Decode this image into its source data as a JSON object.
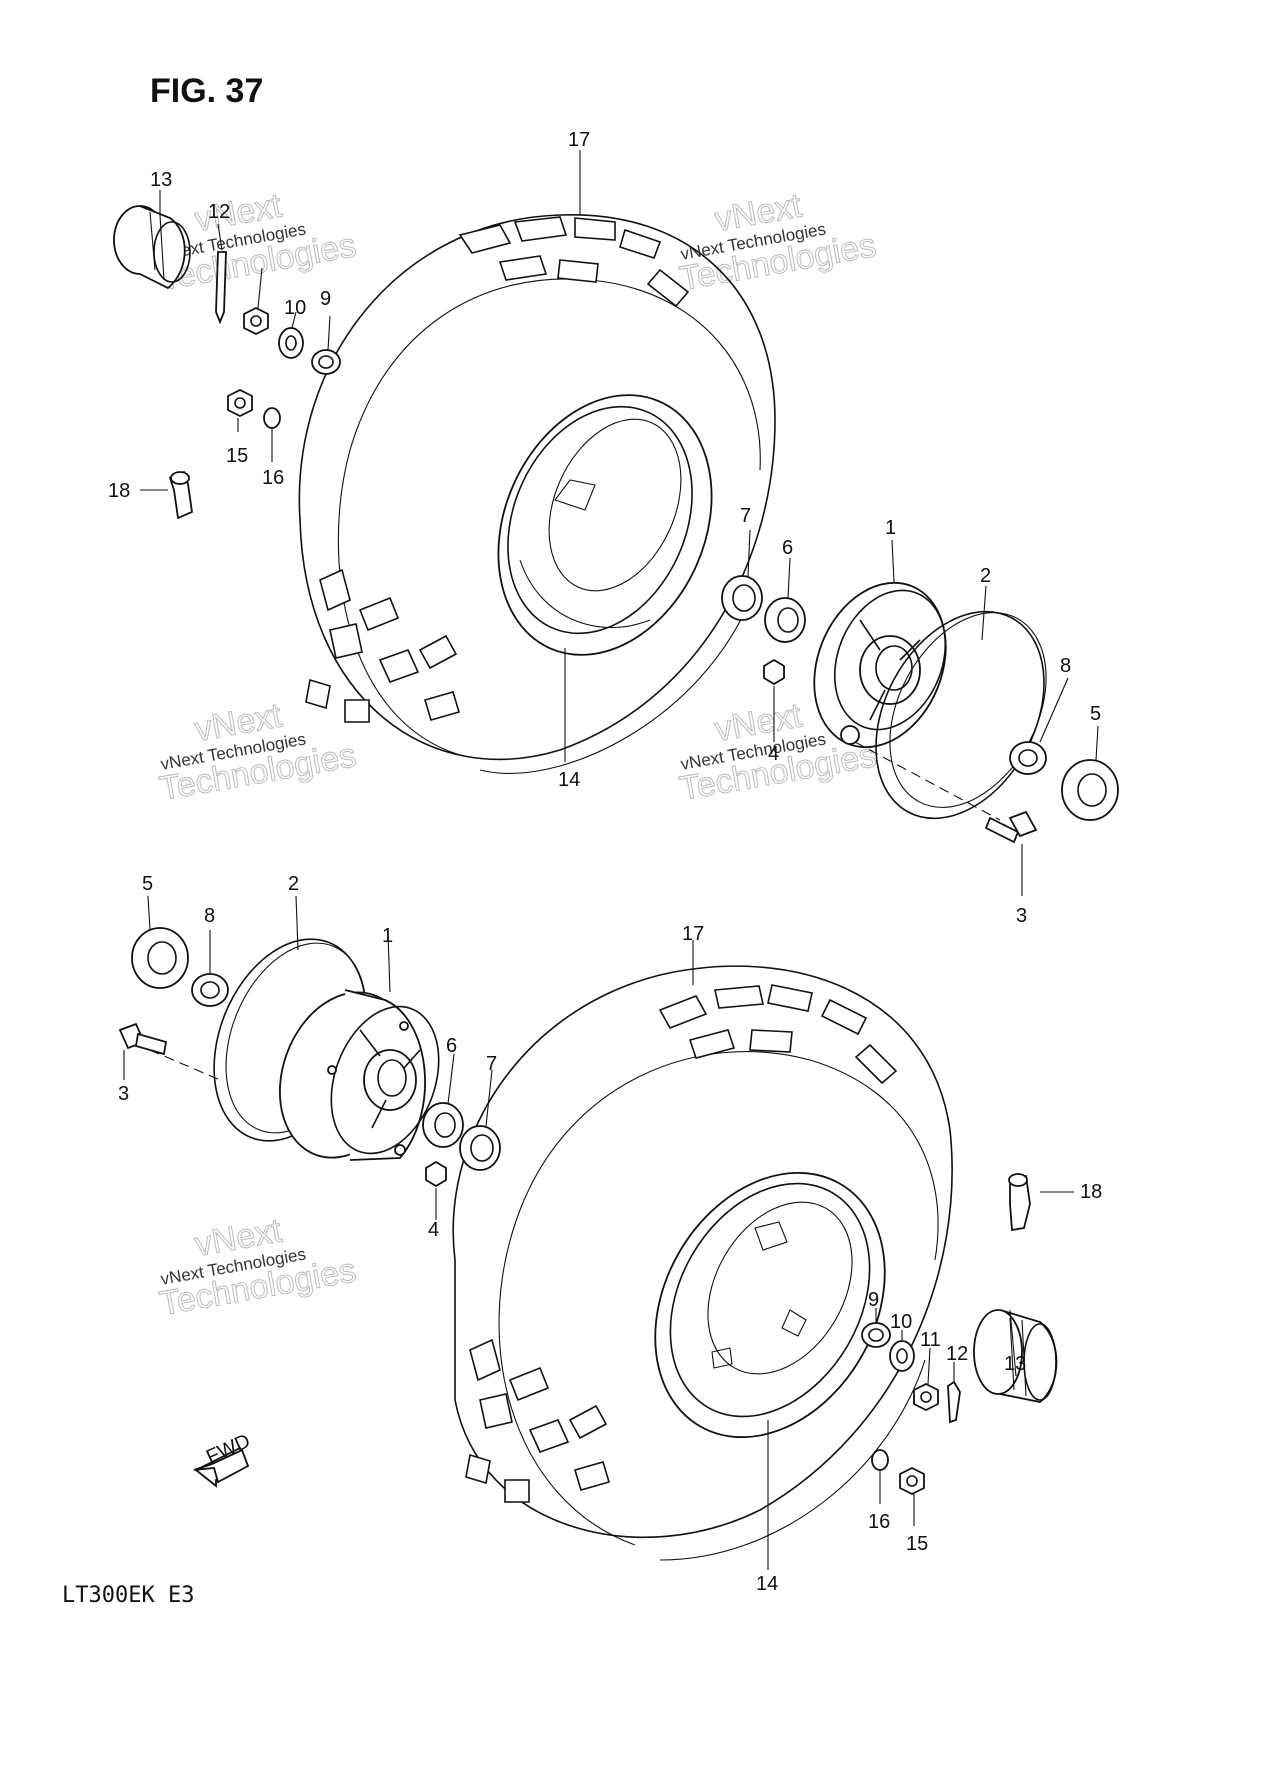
{
  "figure": {
    "title": "FIG. 37",
    "model": "LT300EK  E3",
    "fwd_label": "FWD"
  },
  "watermark": {
    "line1": "vNext",
    "line2": "vNext Technologies",
    "line3": "Technologies"
  },
  "labels": {
    "top": {
      "p17": "17",
      "p13": "13",
      "p12": "12",
      "p10": "10",
      "p9": "9",
      "p15": "15",
      "p16": "16",
      "p18": "18",
      "p7": "7",
      "p6": "6",
      "p1": "1",
      "p2": "2",
      "p8": "8",
      "p5": "5",
      "p4": "4",
      "p14": "14",
      "p3": "3"
    },
    "bottom": {
      "p5": "5",
      "p8": "8",
      "p2": "2",
      "p1": "1",
      "p17": "17",
      "p3": "3",
      "p6": "6",
      "p7": "7",
      "p4": "4",
      "p18": "18",
      "p9": "9",
      "p10": "10",
      "p11": "11",
      "p12": "12",
      "p13": "13",
      "p16": "16",
      "p15": "15",
      "p14": "14"
    }
  }
}
